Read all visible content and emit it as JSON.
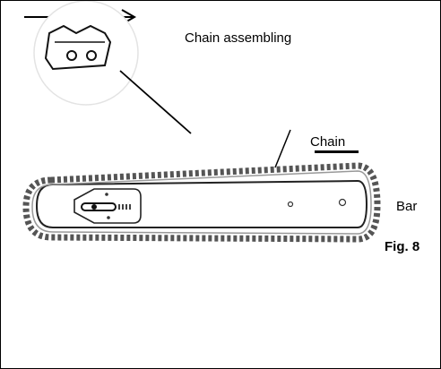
{
  "diagram": {
    "title": "Chain assembling",
    "labels": {
      "chain": "Chain",
      "bar": "Bar",
      "figure": "Fig. 8"
    }
  },
  "colors": {
    "ink": "#000000",
    "background": "#ffffff",
    "chain_gray": "#555555"
  },
  "icons": [
    "direction-arrow-icon",
    "chain-link-detail",
    "chainsaw-bar",
    "saw-chain"
  ]
}
